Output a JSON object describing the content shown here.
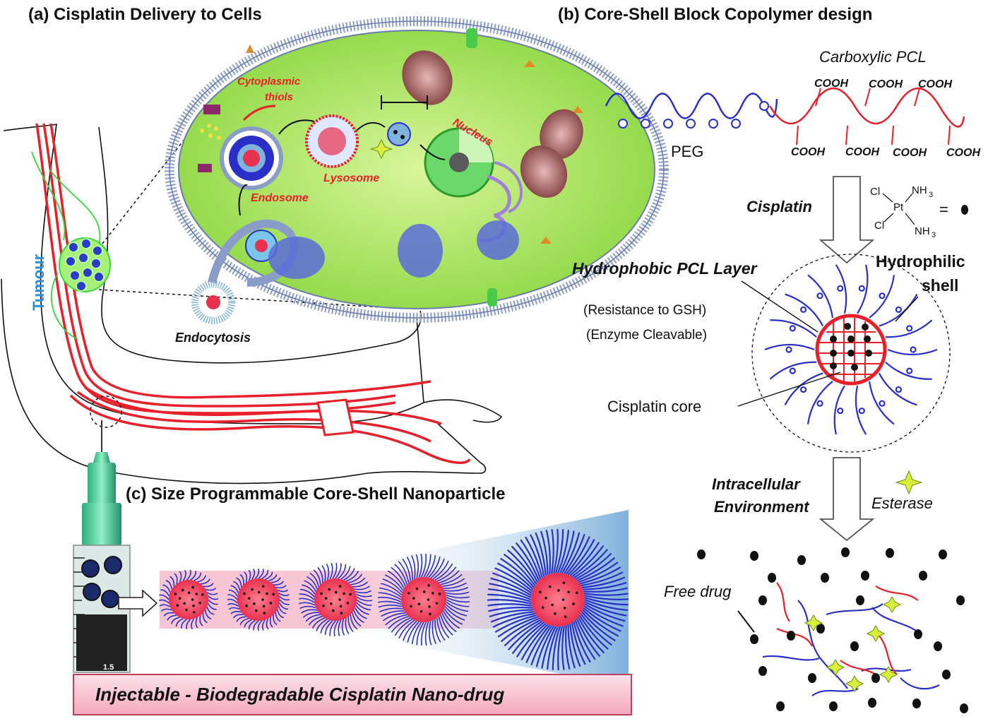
{
  "panel_a": {
    "title": "(a) Cisplatin Delivery to Cells",
    "labels": {
      "cytoplasmic": "Cytoplasmic",
      "thiols": "thiols",
      "nucleus": "Nucleus",
      "lysosome": "Lysosome",
      "endosome": "Endosome",
      "endocytosis": "Endocytosis",
      "tumour": "Tumour"
    }
  },
  "panel_b": {
    "title": "(b) Core-Shell Block Copolymer design",
    "carboxylic_pcl": "Carboxylic PCL",
    "cooh": "COOH",
    "peg": "PEG",
    "cisplatin": "Cisplatin",
    "cl": "Cl",
    "nh3": "NH",
    "sub3": "3",
    "pt": "Pt",
    "equals": "=",
    "hydrophobic_layer": "Hydrophobic  PCL Layer",
    "resistance": "(Resistance to GSH)",
    "enzyme": "(Enzyme  Cleavable)",
    "hydrophilic": "Hydrophilic",
    "shell": "shell",
    "cisplatin_core": "Cisplatin core",
    "intracellular": "Intracellular",
    "environment": "Environment",
    "esterase": "Esterase",
    "free_drug": "Free drug"
  },
  "panel_c": {
    "title": "(c) Size Programmable Core-Shell Nanoparticle",
    "syringe_mark": "1.5",
    "banner": "Injectable  - Biodegradable Cisplatin Nano-drug"
  },
  "colors": {
    "vessel_red": "#e8202a",
    "polymer_blue": "#2a2fc8",
    "cell_green": "#9ae04a",
    "core_red": "#f0405a",
    "banner_pink": "#f7b3c6",
    "label_red": "#e8202a",
    "tumour_blue": "#2c8fd6",
    "esterase_yellow": "#d8f03a"
  }
}
